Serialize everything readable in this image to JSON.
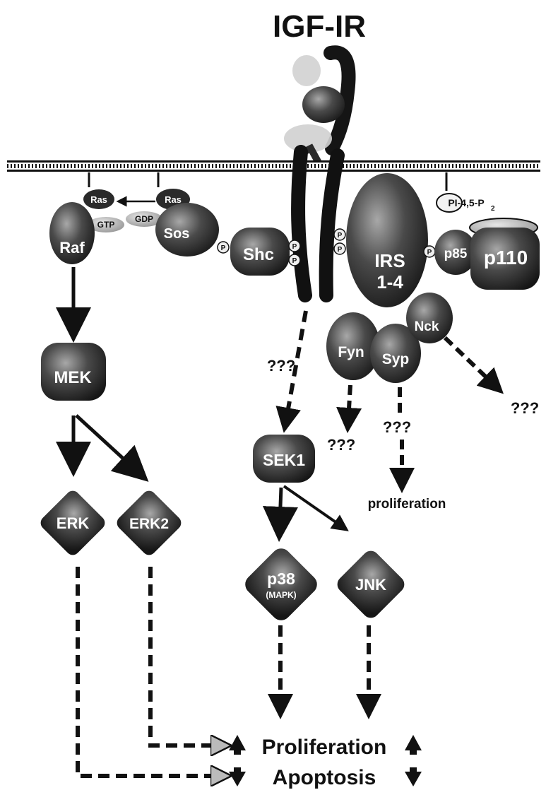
{
  "title": "IGF-IR",
  "membrane_proteins": {
    "ras_left": "Ras",
    "ras_right": "Ras",
    "gtp": "GTP",
    "gdp": "GDP",
    "pip2": "PI-4,5-P",
    "pip2_sub": "2"
  },
  "proteins": {
    "raf": "Raf",
    "sos": "Sos",
    "shc": "Shc",
    "irs_line1": "IRS",
    "irs_line2": "1-4",
    "p85": "p85",
    "p110": "p110",
    "fyn": "Fyn",
    "syp": "Syp",
    "nck": "Nck",
    "mek": "MEK",
    "erk1": "ERK",
    "erk2": "ERK2",
    "sek1": "SEK1",
    "p38": "p38",
    "p38_sub": "(MAPK)",
    "jnk": "JNK",
    "phospho": "P"
  },
  "unknowns": {
    "receptor": "???",
    "fyn": "???",
    "syp": "???",
    "nck": "???"
  },
  "outcomes": {
    "proliferation_small": "proliferation",
    "proliferation": "Proliferation",
    "apoptosis": "Apoptosis"
  },
  "colors": {
    "ink": "#111111",
    "protein_fill": "#3a3a3a",
    "highlight": "#9a9a9a",
    "background": "#ffffff"
  }
}
